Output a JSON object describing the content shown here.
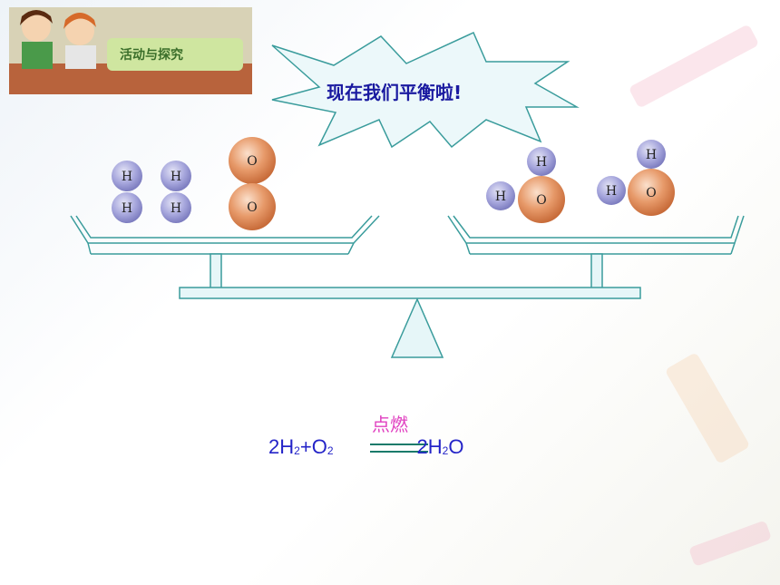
{
  "banner": {
    "text": "活动与探究"
  },
  "bubble": {
    "text": "现在我们平衡啦!"
  },
  "atoms": {
    "h": "H",
    "o": "O"
  },
  "reaction": {
    "condition": "点燃",
    "lhs": [
      {
        "coef": "2",
        "el": "H",
        "sub": "2"
      },
      {
        "plus": "+"
      },
      {
        "el": "O",
        "sub": "2"
      }
    ],
    "rhs": [
      {
        "coef": "2",
        "el": "H",
        "sub": "2"
      },
      {
        "el": "O"
      }
    ]
  },
  "colors": {
    "hydrogen": "#8f8fcf",
    "oxygen": "#d98a5a",
    "scale_line": "#3a9c9c",
    "scale_fill": "#e6f6f8",
    "equation": "#2424c8",
    "condition": "#e040c0",
    "bubble_text": "#1a1aa0"
  }
}
